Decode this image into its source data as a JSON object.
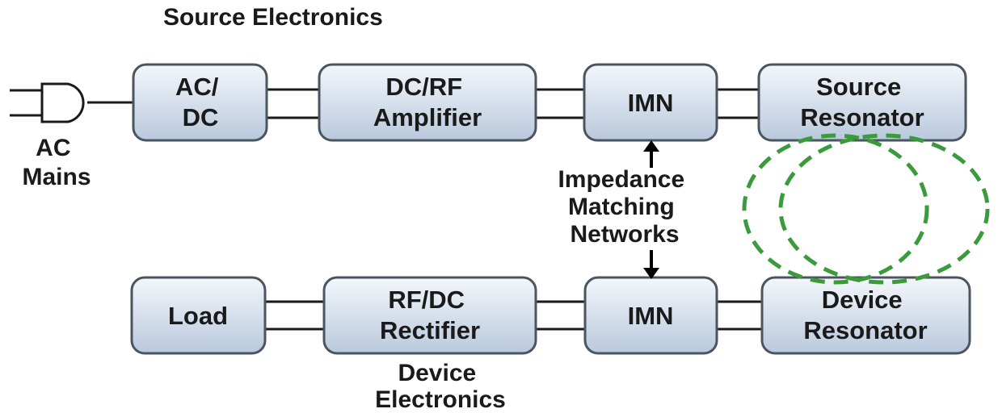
{
  "captions": {
    "source_electronics": "Source Electronics",
    "device_electronics": [
      "Device",
      "Electronics"
    ],
    "ac_mains": [
      "AC",
      "Mains"
    ],
    "impedance_matching": [
      "Impedance",
      "Matching",
      "Networks"
    ]
  },
  "blocks": {
    "ac_dc": [
      "AC/",
      "DC"
    ],
    "dc_rf_amplifier": [
      "DC/RF",
      "Amplifier"
    ],
    "source_imn": [
      "IMN"
    ],
    "source_resonator": [
      "Source",
      "Resonator"
    ],
    "load": [
      "Load"
    ],
    "rf_dc_rectifier": [
      "RF/DC",
      "Rectifier"
    ],
    "device_imn": [
      "IMN"
    ],
    "device_resonator": [
      "Device",
      "Resonator"
    ]
  },
  "colors": {
    "block_fill_top": "#f4f7fb",
    "block_fill_bottom": "#b9c9dd",
    "block_border": "#4a5560",
    "coupling_field": "#3b9a3b",
    "text": "#1a1a1a"
  },
  "icons": {
    "mains_plug": "power-plug-icon"
  }
}
